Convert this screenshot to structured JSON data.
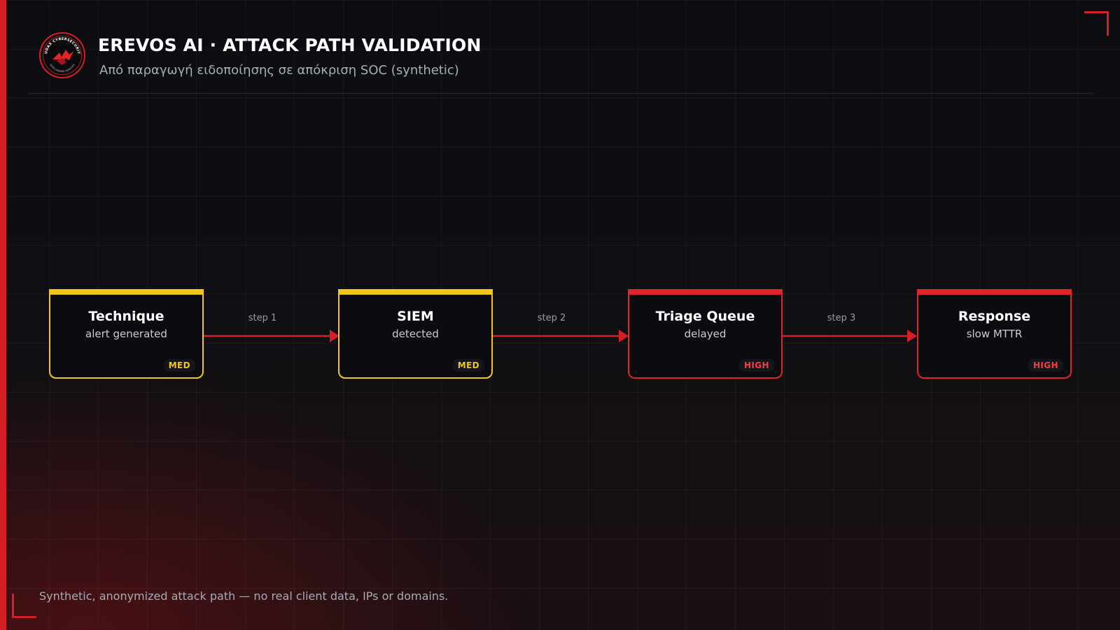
{
  "header": {
    "title": "EREVOS AI · ATTACK PATH VALIDATION",
    "subtitle": "Από παραγωγή ειδοποίησης σε απόκριση SOC (synthetic)",
    "logo_icon": "audax-eagle-seal-icon",
    "logo_text_top": "AUDAX CYBERSECURITY",
    "logo_text_bottom": "INTELLIGENCE SERVICES"
  },
  "flow": {
    "nodes": [
      {
        "title": "Technique",
        "subtitle": "alert generated",
        "severity": "MED"
      },
      {
        "title": "SIEM",
        "subtitle": "detected",
        "severity": "MED"
      },
      {
        "title": "Triage Queue",
        "subtitle": "delayed",
        "severity": "HIGH"
      },
      {
        "title": "Response",
        "subtitle": "slow MTTR",
        "severity": "HIGH"
      }
    ],
    "edges": [
      {
        "label": "step 1"
      },
      {
        "label": "step 2"
      },
      {
        "label": "step 3"
      }
    ]
  },
  "footer": {
    "note": "Synthetic, anonymized attack path — no real client data, IPs or domains."
  },
  "colors": {
    "accent_red": "#d41f26",
    "severity_med": "#f2c61c",
    "severity_high": "#e0252b",
    "background": "#0d0e12"
  }
}
